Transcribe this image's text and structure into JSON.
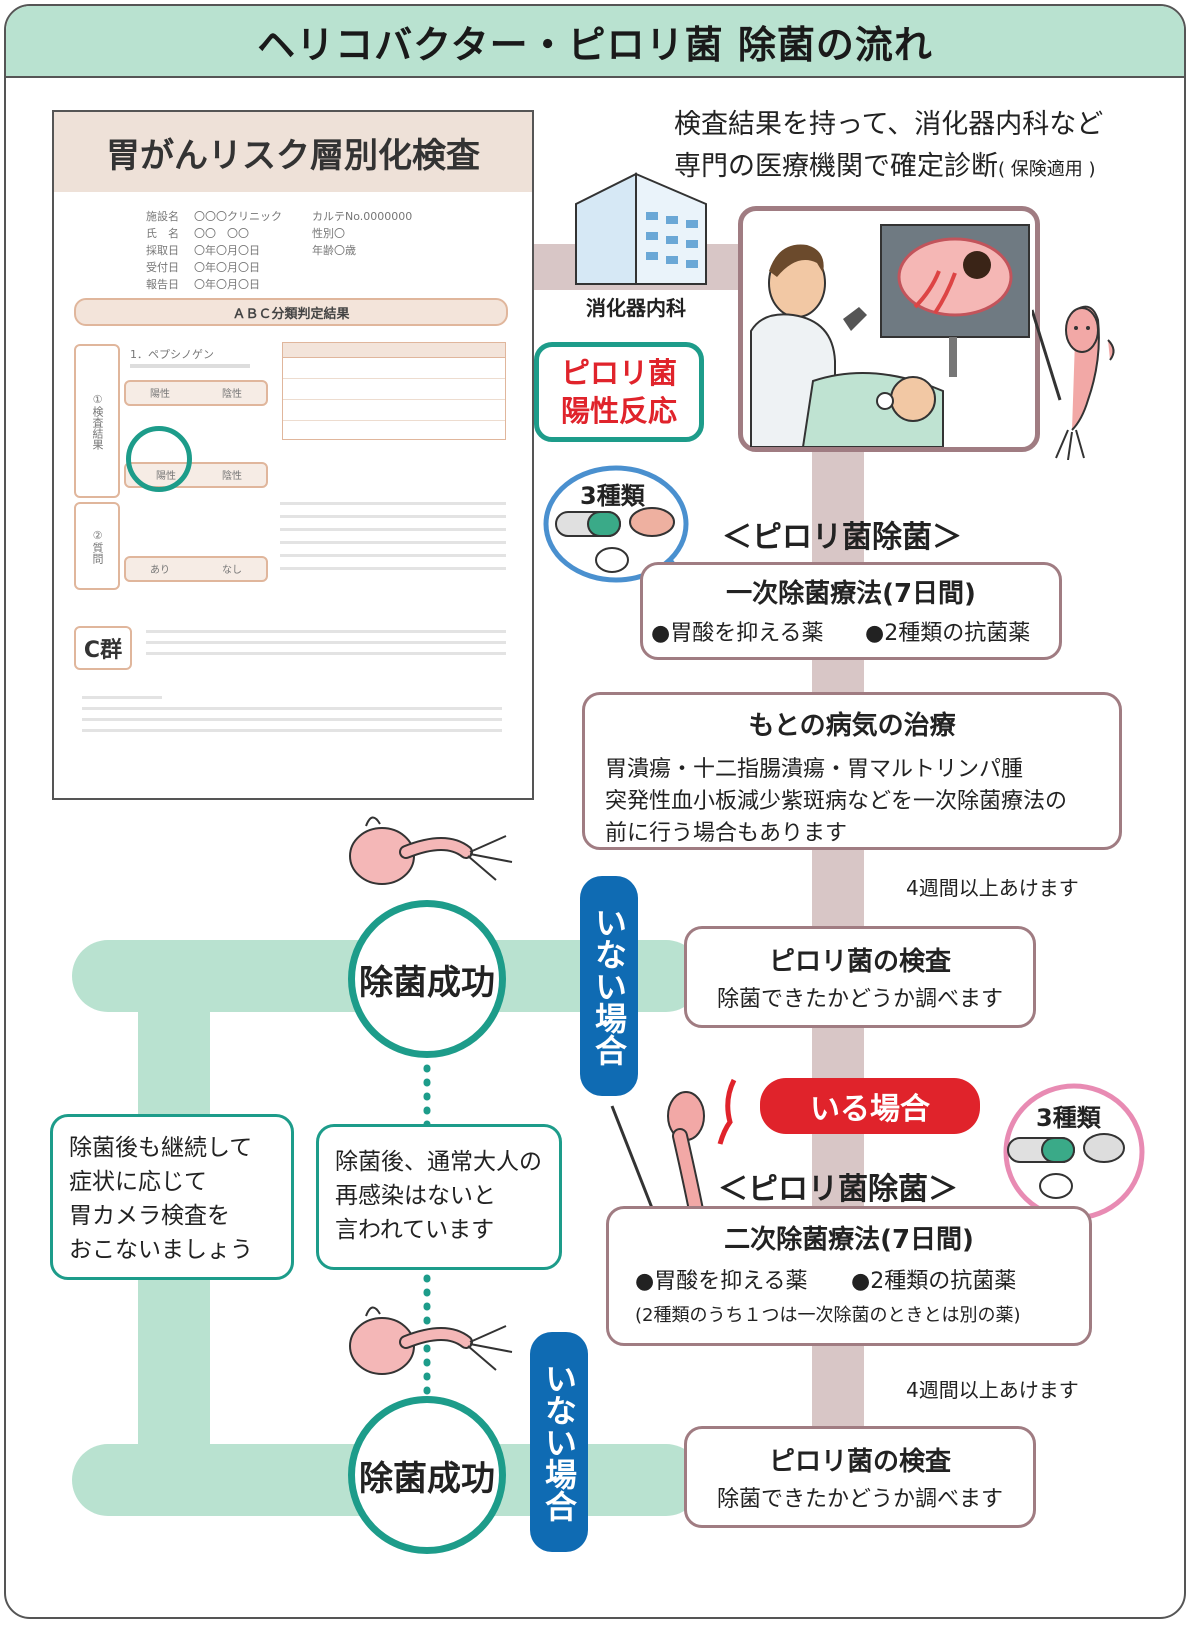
{
  "title": "ヘリコバクター・ピロリ菌 除菌の流れ",
  "document": {
    "title": "胃がんリスク層別化検査",
    "info_labels": [
      "施設名",
      "氏　名",
      "採取日",
      "受付日",
      "報告日"
    ],
    "info_values": [
      "〇〇〇クリニック",
      "〇〇　〇〇",
      "〇年〇月〇日",
      "〇年〇月〇日",
      "〇年〇月〇日"
    ],
    "info_right_labels": [
      "カルテNo.0000000",
      "性別〇",
      "年齢〇歳"
    ],
    "abc_header": "ＡＢＣ分類判定結果",
    "section1_label": "①検査結果",
    "section2_label": "②質問",
    "item1": "1．ペプシノゲン",
    "item1_positive": "陽性",
    "item1_negative": "陰性",
    "item2_positive": "陽性",
    "item2_negative": "陰性",
    "q_yes": "あり",
    "q_no": "なし",
    "c_group": "C群"
  },
  "callout": {
    "line1": "ピロリ菌",
    "line2": "陽性反応"
  },
  "hospital": {
    "label": "消化器内科",
    "note_line1": "検査結果を持って、消化器内科など",
    "note_line2": "専門の医療機関で確定診断",
    "note_suffix": "( 保険適用 )"
  },
  "eradication1": {
    "heading": "＜ピロリ菌除菌＞",
    "bubble_label": "3種類",
    "box_title": "一次除菌療法(7日間)",
    "drug1": "●胃酸を抑える薬",
    "drug2": "●2種類の抗菌薬"
  },
  "disease": {
    "title": "もとの病気の治療",
    "line1": "胃潰瘍・十二指腸潰瘍・胃マルトリンパ腫",
    "line2": "突発性血小板減少紫斑病などを一次除菌療法の",
    "line3": "前に行う場合もあります"
  },
  "wait1": "4週間以上あけます",
  "test1": {
    "title": "ピロリ菌の検査",
    "desc": "除菌できたかどうか調べます"
  },
  "not_present1": "いない場合",
  "success1": "除菌成功",
  "present": "いる場合",
  "eradication2": {
    "heading": "＜ピロリ菌除菌＞",
    "bubble_label": "3種類",
    "box_title": "二次除菌療法(7日間)",
    "drug1": "●胃酸を抑える薬",
    "drug2": "●2種類の抗菌薬",
    "note": "(2種類のうち１つは一次除菌のときとは別の薬)"
  },
  "wait2": "4週間以上あけます",
  "test2": {
    "title": "ピロリ菌の検査",
    "desc": "除菌できたかどうか調べます"
  },
  "not_present2": "いない場合",
  "success2": "除菌成功",
  "followup": {
    "line1": "除菌後も継続して",
    "line2": "症状に応じて",
    "line3": "胃カメラ検査を",
    "line4": "おこないましょう"
  },
  "reinfection": {
    "line1": "除菌後、通常大人の",
    "line2": "再感染はないと",
    "line3": "言われています"
  },
  "colors": {
    "teal": "#1d9c8a",
    "mint": "#b9e2d0",
    "mauve": "#a07c82",
    "flow": "#d8c6c6",
    "blue": "#0f6bb3",
    "red": "#e0232b",
    "pink_bubble": "#e88bb3",
    "blue_bubble": "#4a90cf"
  }
}
